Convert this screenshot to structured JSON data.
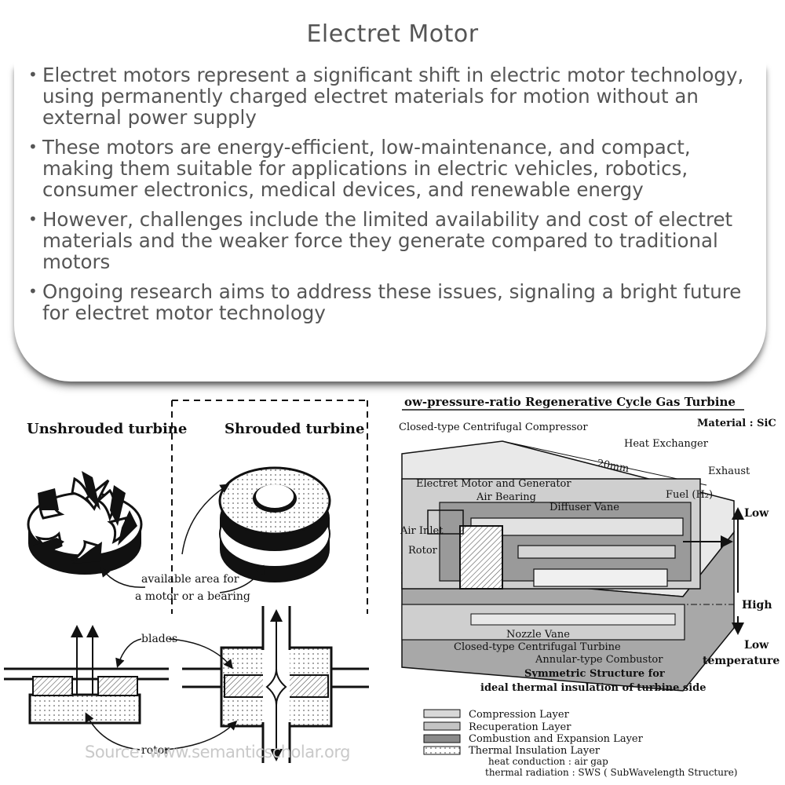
{
  "page": {
    "title": "Electret Motor",
    "bullets": [
      "Electret motors represent a significant shift in electric motor technology, using permanently charged electret materials for motion without an external power supply",
      "These motors are energy-efficient, low-maintenance, and compact, making them suitable for applications in electric vehicles, robotics, consumer electronics, medical devices, and renewable energy",
      "However, challenges include the limited availability and cost of electret materials and the weaker force they generate compared to traditional motors",
      "Ongoing research aims to address these issues, signaling a bright future for electret motor technology"
    ],
    "source": "Source: www.semanticscholar.org"
  },
  "figure_left": {
    "unshrouded": "Unshrouded turbine",
    "shrouded": "Shrouded turbine",
    "available_area_1": "available area for",
    "available_area_2": "a motor or a bearing",
    "blades": "blades",
    "rotor": "rotor"
  },
  "figure_right": {
    "title": "ow-pressure-ratio Regenerative Cycle Gas Turbine",
    "material": "Material : SiC",
    "compressor": "Closed-type Centrifugal Compressor",
    "heat_exchanger": "Heat Exchanger",
    "dimension": "20mm",
    "exhaust": "Exhaust",
    "electret_motor": "Electret Motor and Generator",
    "fuel": "Fuel (H₂)",
    "air_bearing": "Air Bearing",
    "diffuser": "Diffuser Vane",
    "low_top": "Low",
    "air_inlet": "Air Inlet",
    "rotor": "Rotor",
    "high": "High",
    "nozzle": "Nozzle Vane",
    "turbine": "Closed-type Centrifugal Turbine",
    "combustor": "Annular-type Combustor",
    "low_bottom": "Low",
    "temperature": "temperature",
    "symmetric_1": "Symmetric Structure for",
    "symmetric_2": "ideal thermal insulation of turbine side",
    "legend": [
      "Compression Layer",
      "Recuperation Layer",
      "Combustion and Expansion Layer",
      "Thermal Insulation Layer"
    ],
    "heat_conduction": "heat conduction  : air gap",
    "thermal_radiation": "thermal radiation : SWS ( SubWavelength Structure)"
  },
  "colors": {
    "compression": "#d8d8d8",
    "recuperation": "#c4c4c4",
    "combustion": "#8a8a8a",
    "insulation": "#f2f2f2"
  }
}
